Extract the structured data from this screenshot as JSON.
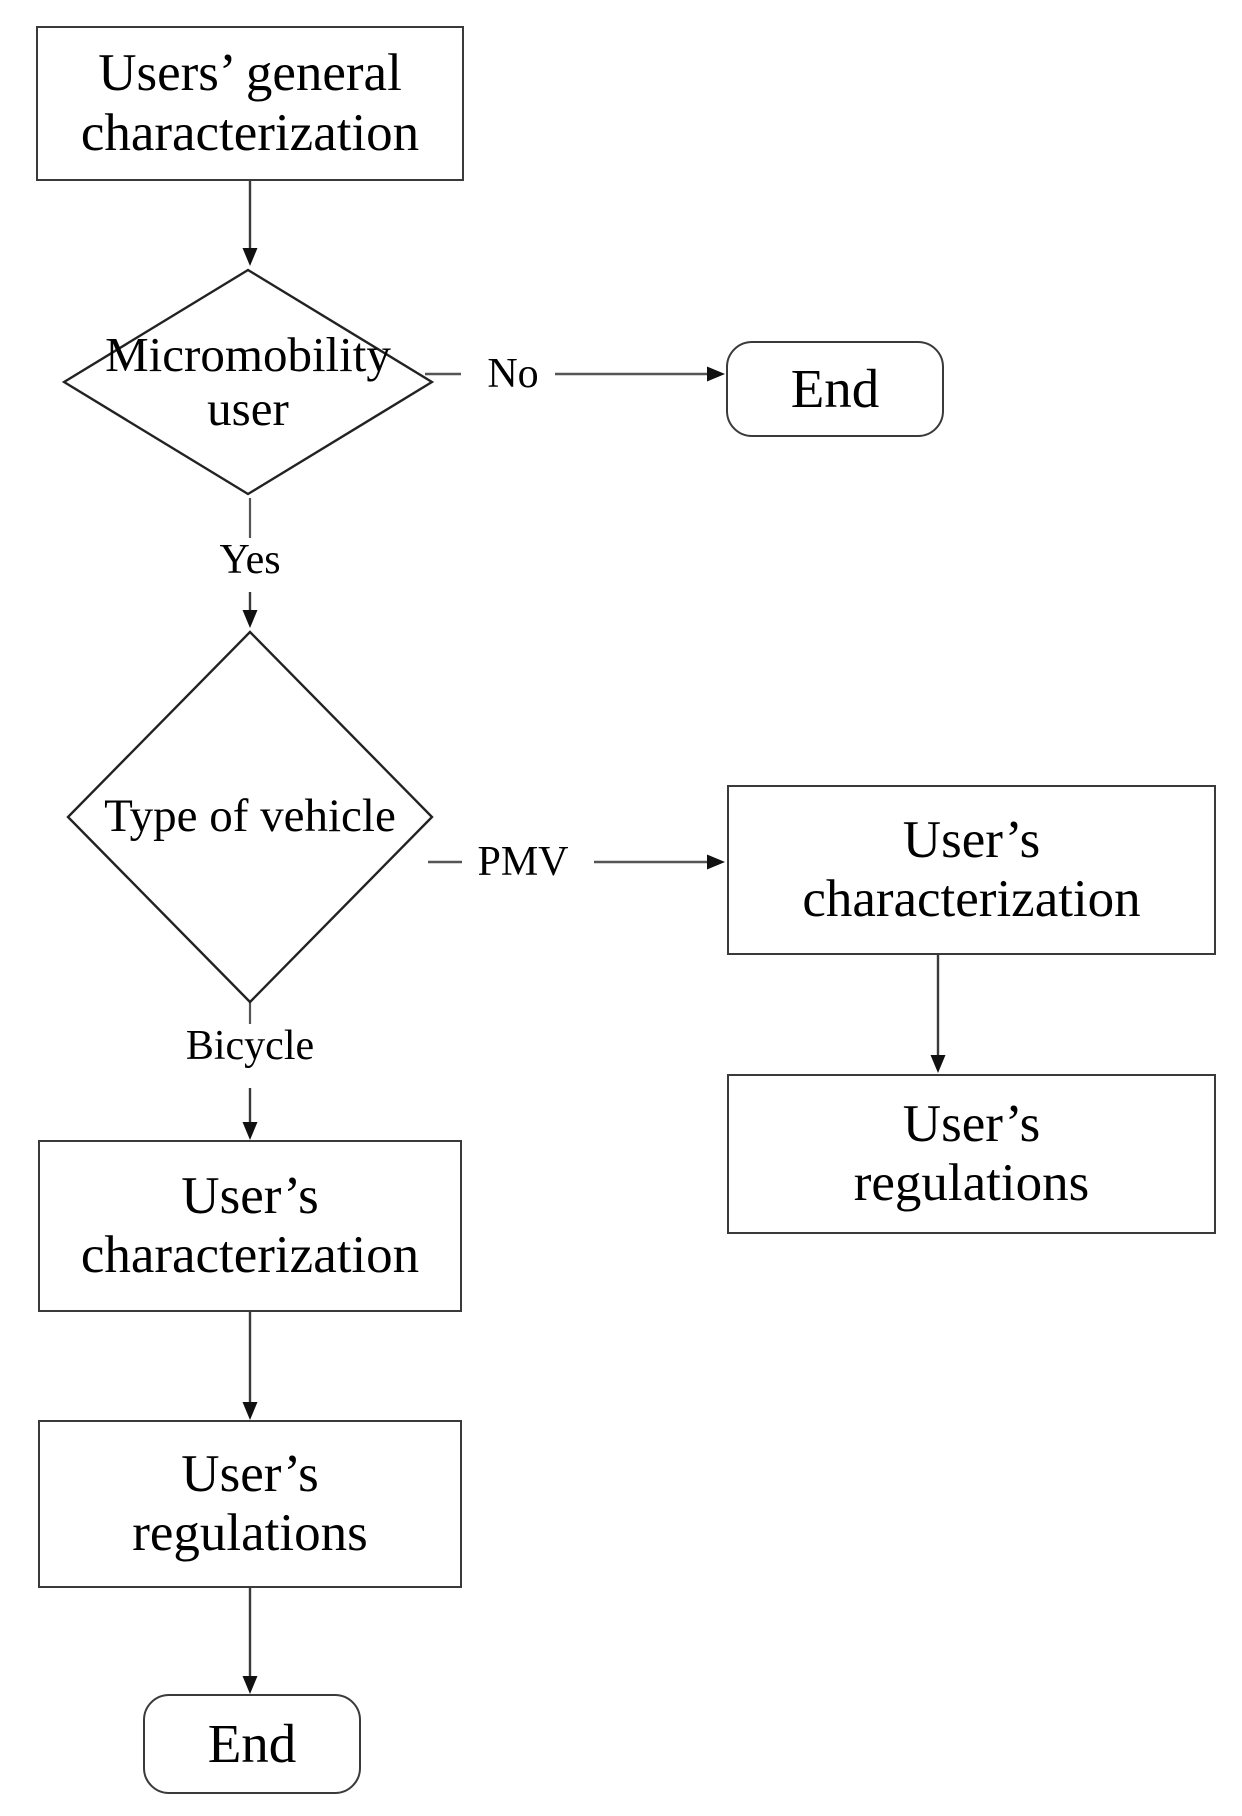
{
  "diagram": {
    "type": "flowchart",
    "title": "",
    "orientation": "top-to-bottom",
    "background_color": "#ffffff",
    "line_color": "#3a3a3a",
    "text_color": "#000000",
    "nodes": [
      {
        "id": "users-general-characterization",
        "shape": "rectangle",
        "label": "Users’ general\ncharacterization"
      },
      {
        "id": "micromobility-user",
        "shape": "diamond",
        "label": "Micromobility\nuser"
      },
      {
        "id": "end-no",
        "shape": "terminator",
        "label": "End"
      },
      {
        "id": "type-of-vehicle",
        "shape": "diamond",
        "label": "Type of vehicle"
      },
      {
        "id": "pmv-user-characterization",
        "shape": "rectangle",
        "label": "User’s\ncharacterization"
      },
      {
        "id": "pmv-user-regulations",
        "shape": "rectangle",
        "label": "User’s\nregulations"
      },
      {
        "id": "bicycle-user-characterization",
        "shape": "rectangle",
        "label": "User’s\ncharacterization"
      },
      {
        "id": "bicycle-user-regulations",
        "shape": "rectangle",
        "label": "User’s\nregulations"
      },
      {
        "id": "end-bicycle",
        "shape": "terminator",
        "label": "End"
      }
    ],
    "edges": [
      {
        "id": "e1",
        "from": "users-general-characterization",
        "to": "micromobility-user",
        "label": ""
      },
      {
        "id": "e2",
        "from": "micromobility-user",
        "to": "end-no",
        "label": "No"
      },
      {
        "id": "e3",
        "from": "micromobility-user",
        "to": "type-of-vehicle",
        "label": "Yes"
      },
      {
        "id": "e4",
        "from": "type-of-vehicle",
        "to": "pmv-user-characterization",
        "label": "PMV"
      },
      {
        "id": "e5",
        "from": "type-of-vehicle",
        "to": "bicycle-user-characterization",
        "label": "Bicycle"
      },
      {
        "id": "e6",
        "from": "pmv-user-characterization",
        "to": "pmv-user-regulations",
        "label": ""
      },
      {
        "id": "e7",
        "from": "bicycle-user-characterization",
        "to": "bicycle-user-regulations",
        "label": ""
      },
      {
        "id": "e8",
        "from": "bicycle-user-regulations",
        "to": "end-bicycle",
        "label": ""
      }
    ]
  }
}
